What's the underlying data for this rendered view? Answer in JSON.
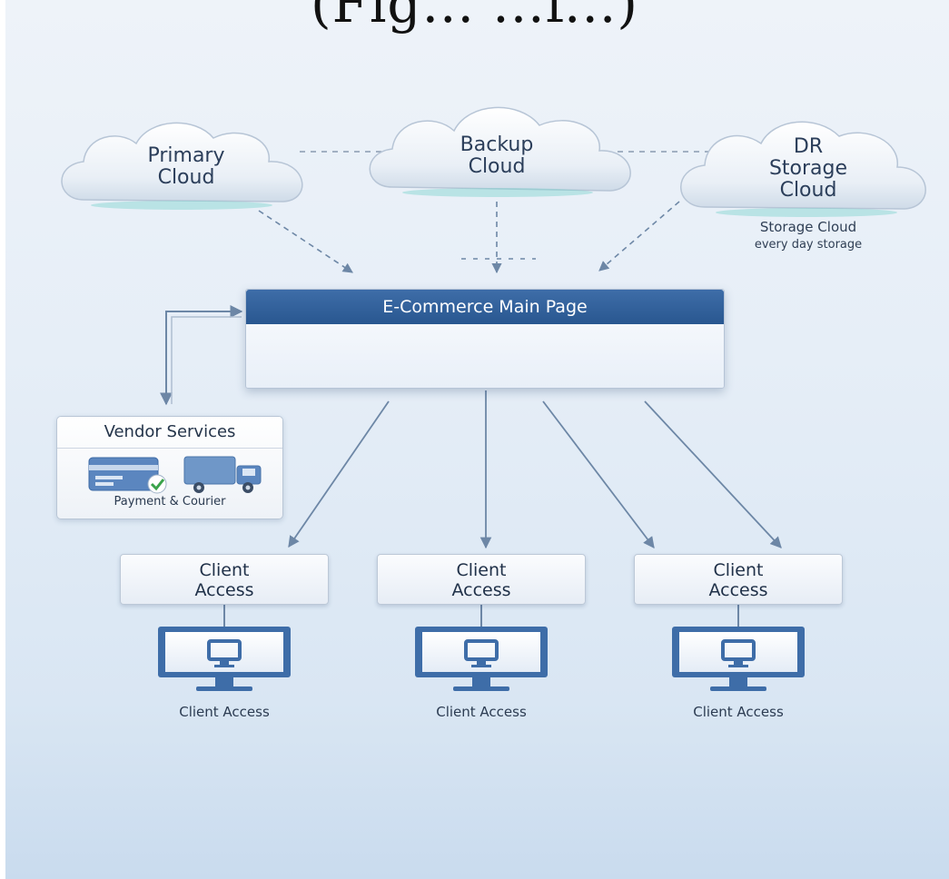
{
  "top_caption": "(Fig... ...f...)",
  "clouds": [
    {
      "line1": "Primary",
      "line2": "Cloud",
      "line3": ""
    },
    {
      "line1": "Backup",
      "line2": "Cloud",
      "line3": ""
    },
    {
      "line1": "DR",
      "line2": "Storage",
      "line3": "Cloud"
    }
  ],
  "storage_note": {
    "line1": "Storage Cloud",
    "line2": "every day storage"
  },
  "main_page": {
    "title": "E-Commerce Main Page"
  },
  "vendor": {
    "title": "Vendor Services",
    "subtitle": "Payment & Courier"
  },
  "clients": [
    {
      "box_line1": "Client",
      "box_line2": "Access",
      "caption": "Client Access"
    },
    {
      "box_line1": "Client",
      "box_line2": "Access",
      "caption": "Client Access"
    },
    {
      "box_line1": "Client",
      "box_line2": "Access",
      "caption": "Client Access"
    }
  ],
  "colors": {
    "header_blue": "#2f5f9e",
    "arrow": "#6d87a6",
    "check_green": "#3aa34a"
  },
  "icons": [
    "cloud-icon",
    "credit-card-icon",
    "checkmark-icon",
    "truck-icon",
    "monitor-icon"
  ]
}
